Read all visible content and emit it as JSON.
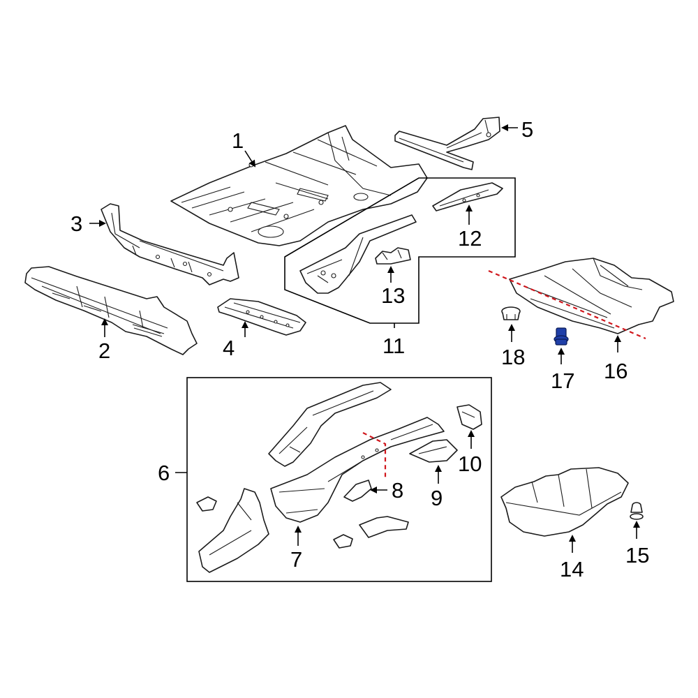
{
  "diagram": {
    "highlight_color": "#1f3fa8",
    "cut_line_color": "#d0161c",
    "callouts": [
      {
        "id": "1",
        "label": "1"
      },
      {
        "id": "2",
        "label": "2"
      },
      {
        "id": "3",
        "label": "3"
      },
      {
        "id": "4",
        "label": "4"
      },
      {
        "id": "5",
        "label": "5"
      },
      {
        "id": "6",
        "label": "6"
      },
      {
        "id": "7",
        "label": "7"
      },
      {
        "id": "8",
        "label": "8"
      },
      {
        "id": "9",
        "label": "9"
      },
      {
        "id": "10",
        "label": "10"
      },
      {
        "id": "11",
        "label": "11"
      },
      {
        "id": "12",
        "label": "12"
      },
      {
        "id": "13",
        "label": "13"
      },
      {
        "id": "14",
        "label": "14"
      },
      {
        "id": "15",
        "label": "15"
      },
      {
        "id": "16",
        "label": "16"
      },
      {
        "id": "17",
        "label": "17"
      },
      {
        "id": "18",
        "label": "18"
      }
    ]
  }
}
